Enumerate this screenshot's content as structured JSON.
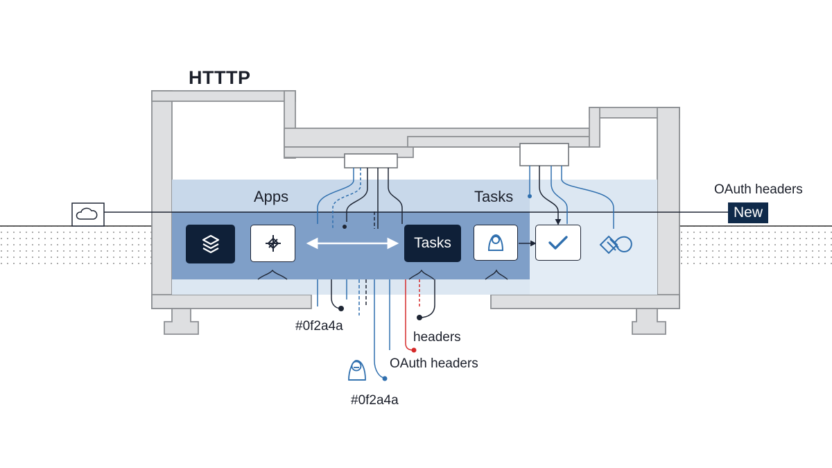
{
  "title": "HTTTP",
  "sections": {
    "apps": "Apps",
    "tasks": "Tasks"
  },
  "nodes": {
    "tasks_node": "Tasks"
  },
  "external": {
    "caption": "OAuth headers",
    "badge": "New"
  },
  "annotations": {
    "hex_top": "#0f2a4a",
    "headers": "headers",
    "oauth_headers": "OAuth headers",
    "hex_bottom": "#0f2a4a"
  },
  "colors": {
    "dark_navy": "#0f2a4a",
    "accent_blue": "#2f6fae",
    "alert_red": "#d62a2a",
    "wall_gray": "#8c8f93"
  },
  "icons": {
    "apps_primary": "stacked-layers-icon",
    "apps_secondary": "crosshair-icon",
    "tasks_agent": "user-icon",
    "tasks_done": "checkmark-icon",
    "tasks_sync": "sync-links-icon",
    "external_device": "cloud-icon",
    "annotation_user": "user-icon"
  }
}
